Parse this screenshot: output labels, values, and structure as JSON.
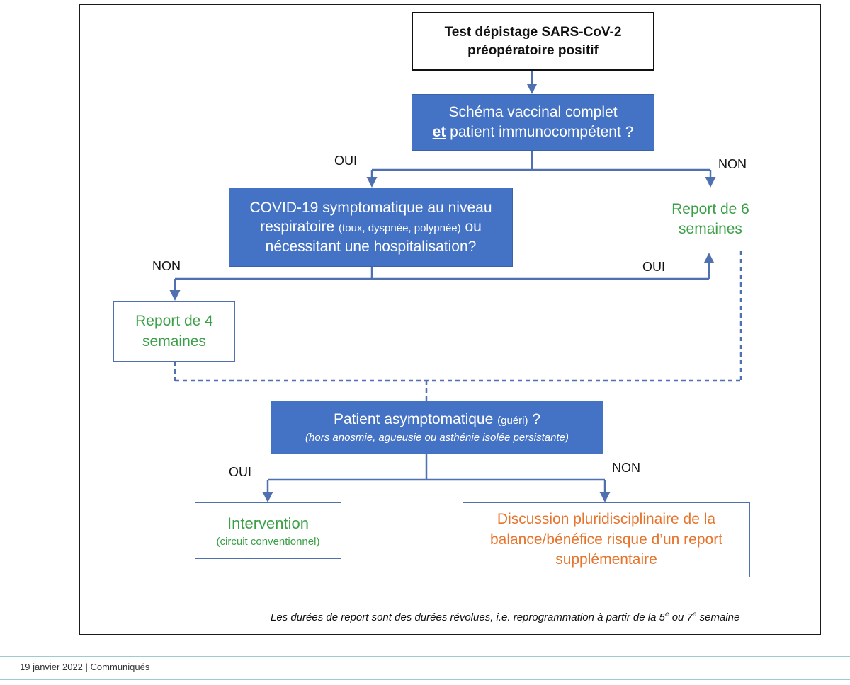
{
  "start": {
    "line1": "Test dépistage SARS-CoV-2",
    "line2": "préopératoire positif"
  },
  "q1": {
    "line1": "Schéma vaccinal complet",
    "line2_bold": "et",
    "line2_rest": " patient immunocompétent ?"
  },
  "q1_labels": {
    "yes": "OUI",
    "no": "NON"
  },
  "q2": {
    "line1": "COVID-19 symptomatique au niveau",
    "line2_a": "respiratoire ",
    "line2_small": "(toux, dyspnée, polypnée)",
    "line2_b": " ou",
    "line3": "nécessitant une hospitalisation?"
  },
  "q2_labels": {
    "no": "NON",
    "yes": "OUI"
  },
  "report6": {
    "line1": "Report de 6",
    "line2": "semaines"
  },
  "report4": {
    "line1": "Report de 4",
    "line2": "semaines"
  },
  "q3": {
    "line1_a": "Patient asymptomatique ",
    "line1_small": "(guéri)",
    "line1_b": " ?",
    "line2": "(hors anosmie, agueusie ou asthénie isolée persistante)"
  },
  "q3_labels": {
    "yes": "OUI",
    "no": "NON"
  },
  "intervention": {
    "title": "Intervention",
    "subtitle": "(circuit conventionnel)"
  },
  "discussion": {
    "line1": "Discussion pluridisciplinaire de la",
    "line2": "balance/bénéfice risque d’un report",
    "line3": "supplémentaire"
  },
  "note": {
    "part1": "Les durées de report sont des durées révolues, i.e. reprogrammation à partir de la 5",
    "sup1": "e",
    "part2": " ou 7",
    "sup2": "e",
    "part3": " semaine"
  },
  "footer": {
    "date": "19 janvier 2022",
    "separator": "|",
    "category": "Communiqués"
  },
  "colors": {
    "box_blue": "#4472c4",
    "line_blue": "#4f71b0",
    "green_text": "#3aa046",
    "orange_text": "#e8742c"
  }
}
